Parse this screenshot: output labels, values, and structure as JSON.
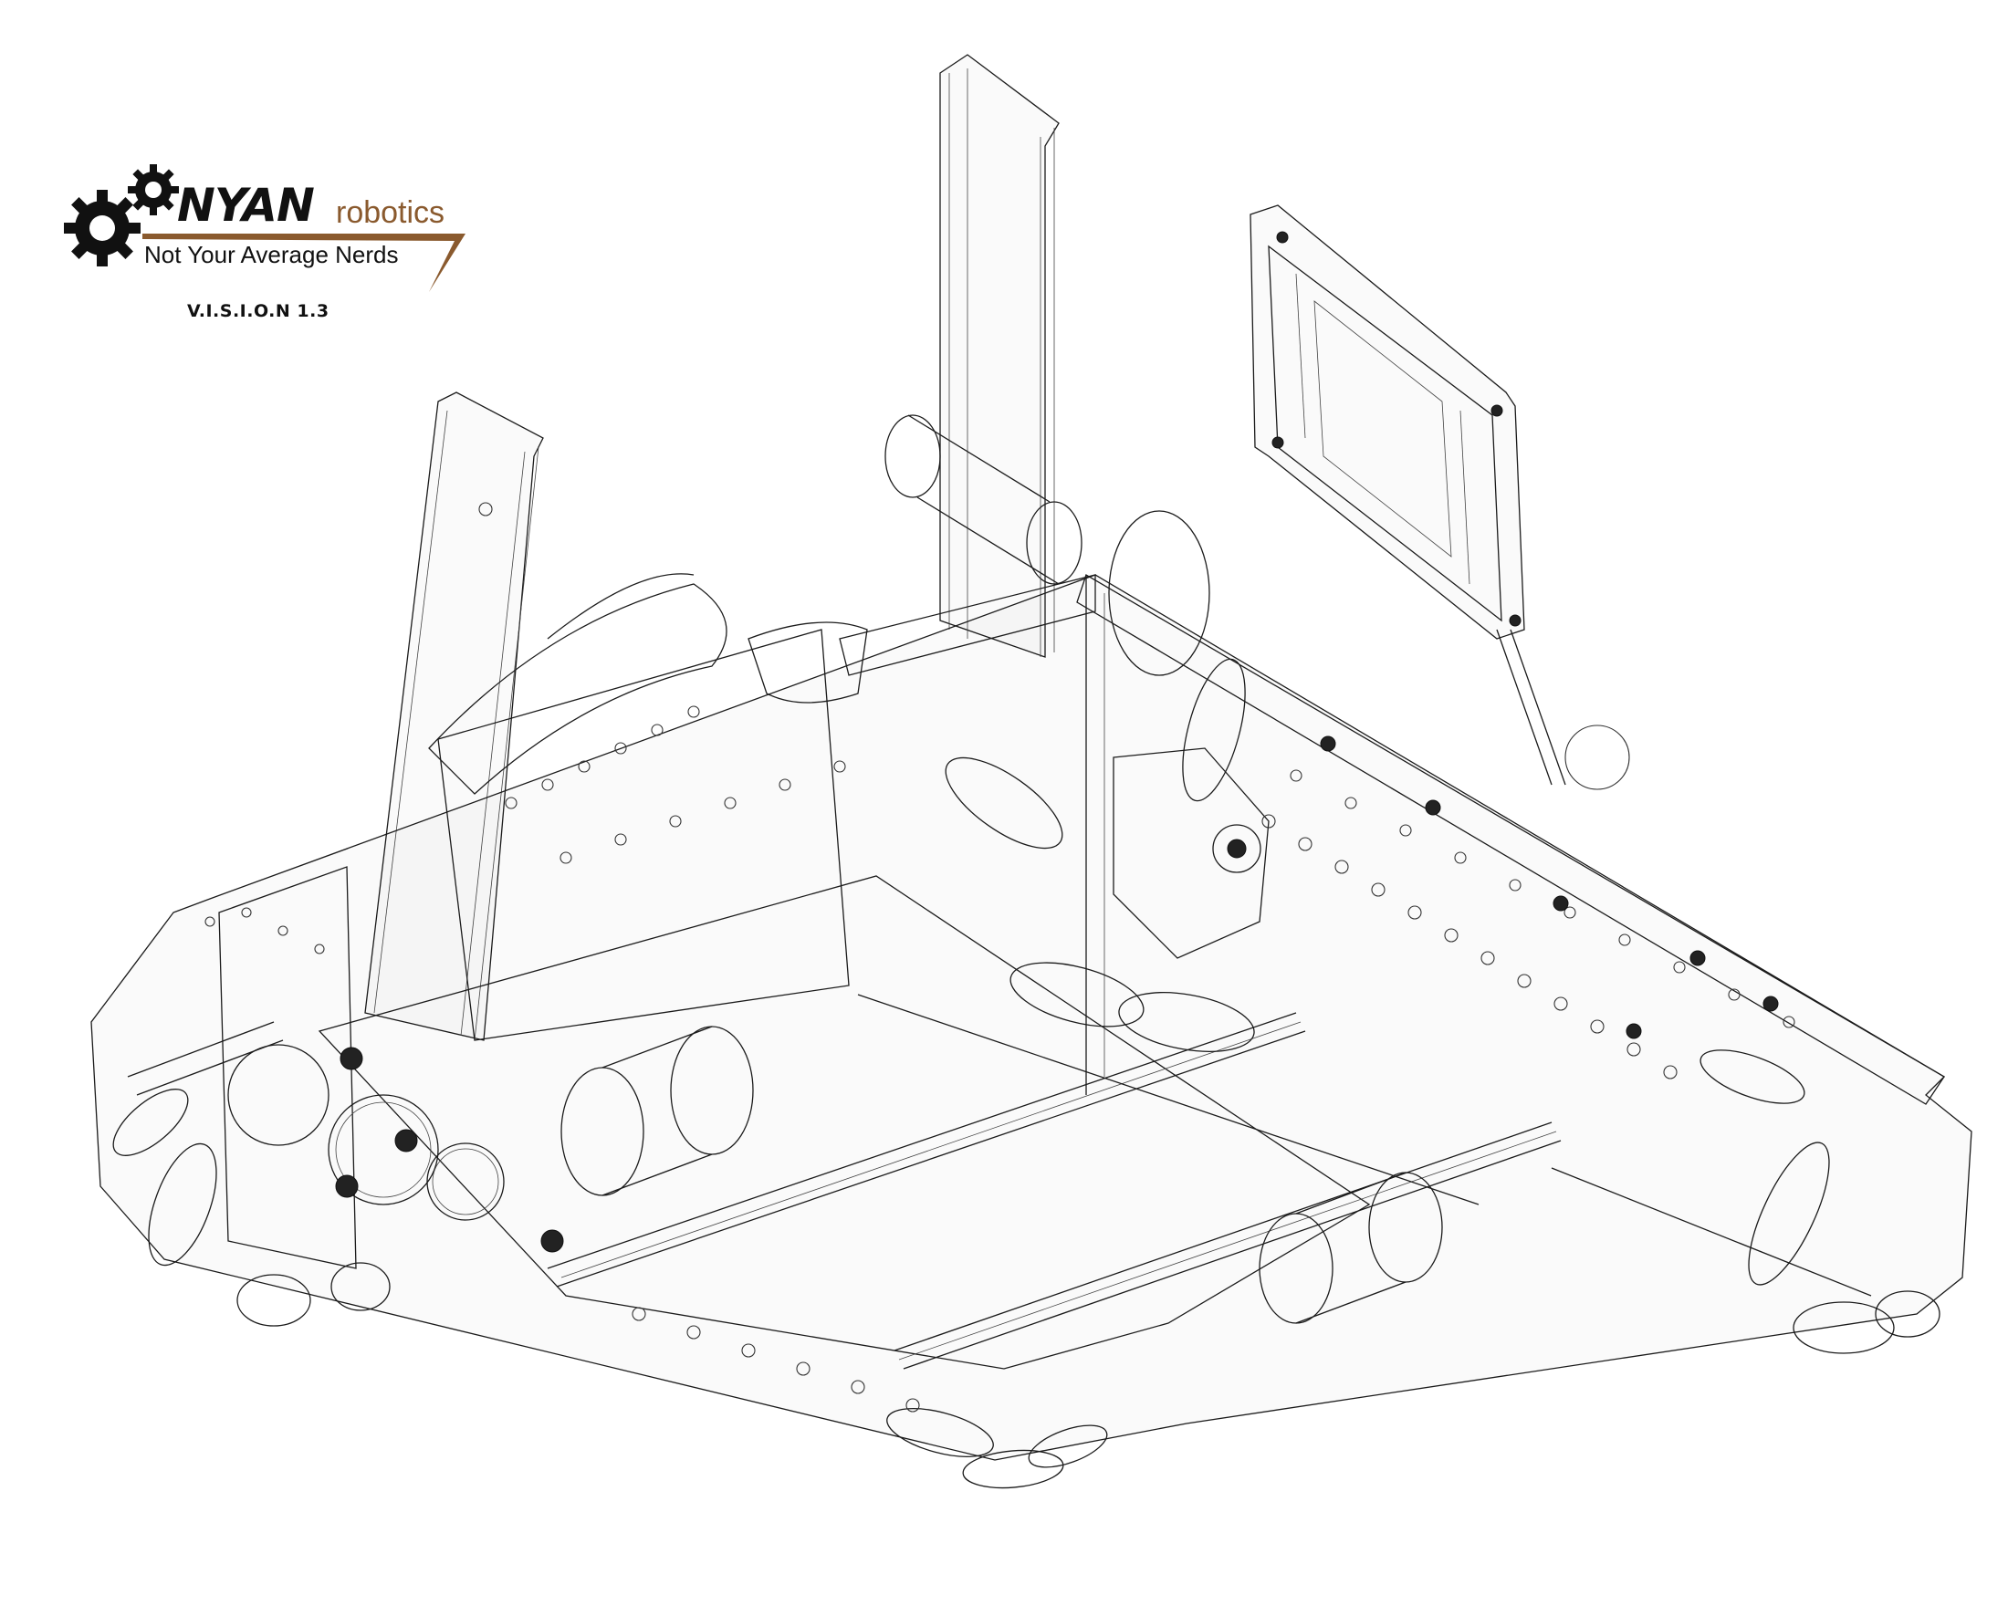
{
  "logo": {
    "brand_main": "NYAN",
    "brand_sub": "robotics",
    "tagline": "Not Your Average Nerds",
    "accent_color": "#8a5a2e"
  },
  "version_label": "V.I.S.I.O.N 1.3",
  "icons": {
    "large_gear": "gear-icon",
    "small_gear": "gear-icon"
  }
}
